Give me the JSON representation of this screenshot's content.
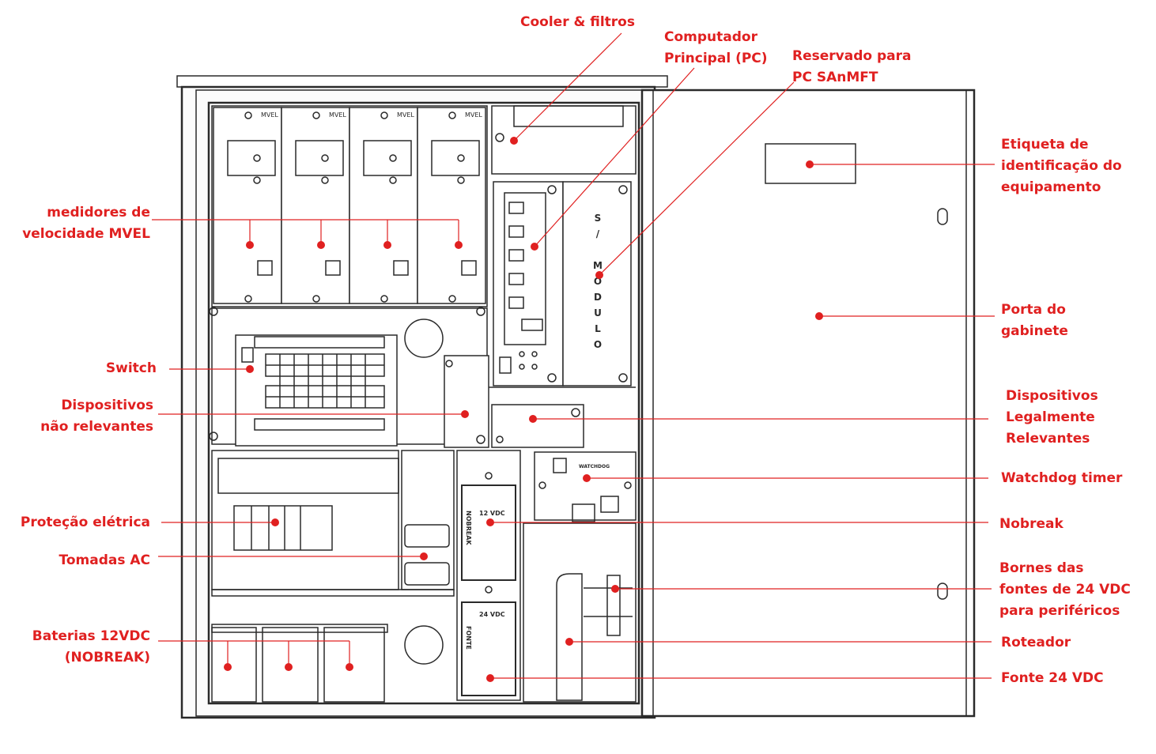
{
  "colors": {
    "accent": "#e02020",
    "line": "#2a2a2a",
    "fill": "#ffffff",
    "panel": "#f6f6f6"
  },
  "labels": {
    "cooler": [
      "Cooler & filtros"
    ],
    "pc": [
      "Computador",
      "Principal  (PC)"
    ],
    "reserved": [
      "Reservado para",
      "PC  SAnMFT"
    ],
    "etiqueta": [
      "Etiqueta de",
      "identificação do",
      "equipamento"
    ],
    "mvel": [
      "medidores de",
      "velocidade MVEL"
    ],
    "porta": [
      "Porta do",
      "gabinete"
    ],
    "switch": [
      "Switch"
    ],
    "dispositivos_nr": [
      "Dispositivos",
      "não relevantes"
    ],
    "dispositivos_lr": [
      "Dispositivos",
      "Legalmente",
      "Relevantes"
    ],
    "watchdog": [
      "Watchdog timer"
    ],
    "protecao": [
      "Proteção elétrica"
    ],
    "nobreak": [
      "Nobreak"
    ],
    "tomadas": [
      "Tomadas AC"
    ],
    "bornes": [
      "Bornes das",
      "fontes de 24 VDC",
      "para periféricos"
    ],
    "baterias": [
      "Baterias 12VDC",
      "(NOBREAK)"
    ],
    "roteador": [
      "Roteador"
    ],
    "fonte": [
      "Fonte 24 VDC"
    ]
  },
  "device_text": {
    "mvel_tag": "MVEL",
    "s_modulo": [
      "S",
      "/",
      "M",
      "O",
      "D",
      "U",
      "L",
      "O"
    ],
    "watchdog_tag": "WATCHDOG",
    "psu_12": "12 VDC",
    "psu_24": "24 VDC",
    "psu_12_side": "NOBREAK",
    "psu_24_side": "FONTE"
  }
}
